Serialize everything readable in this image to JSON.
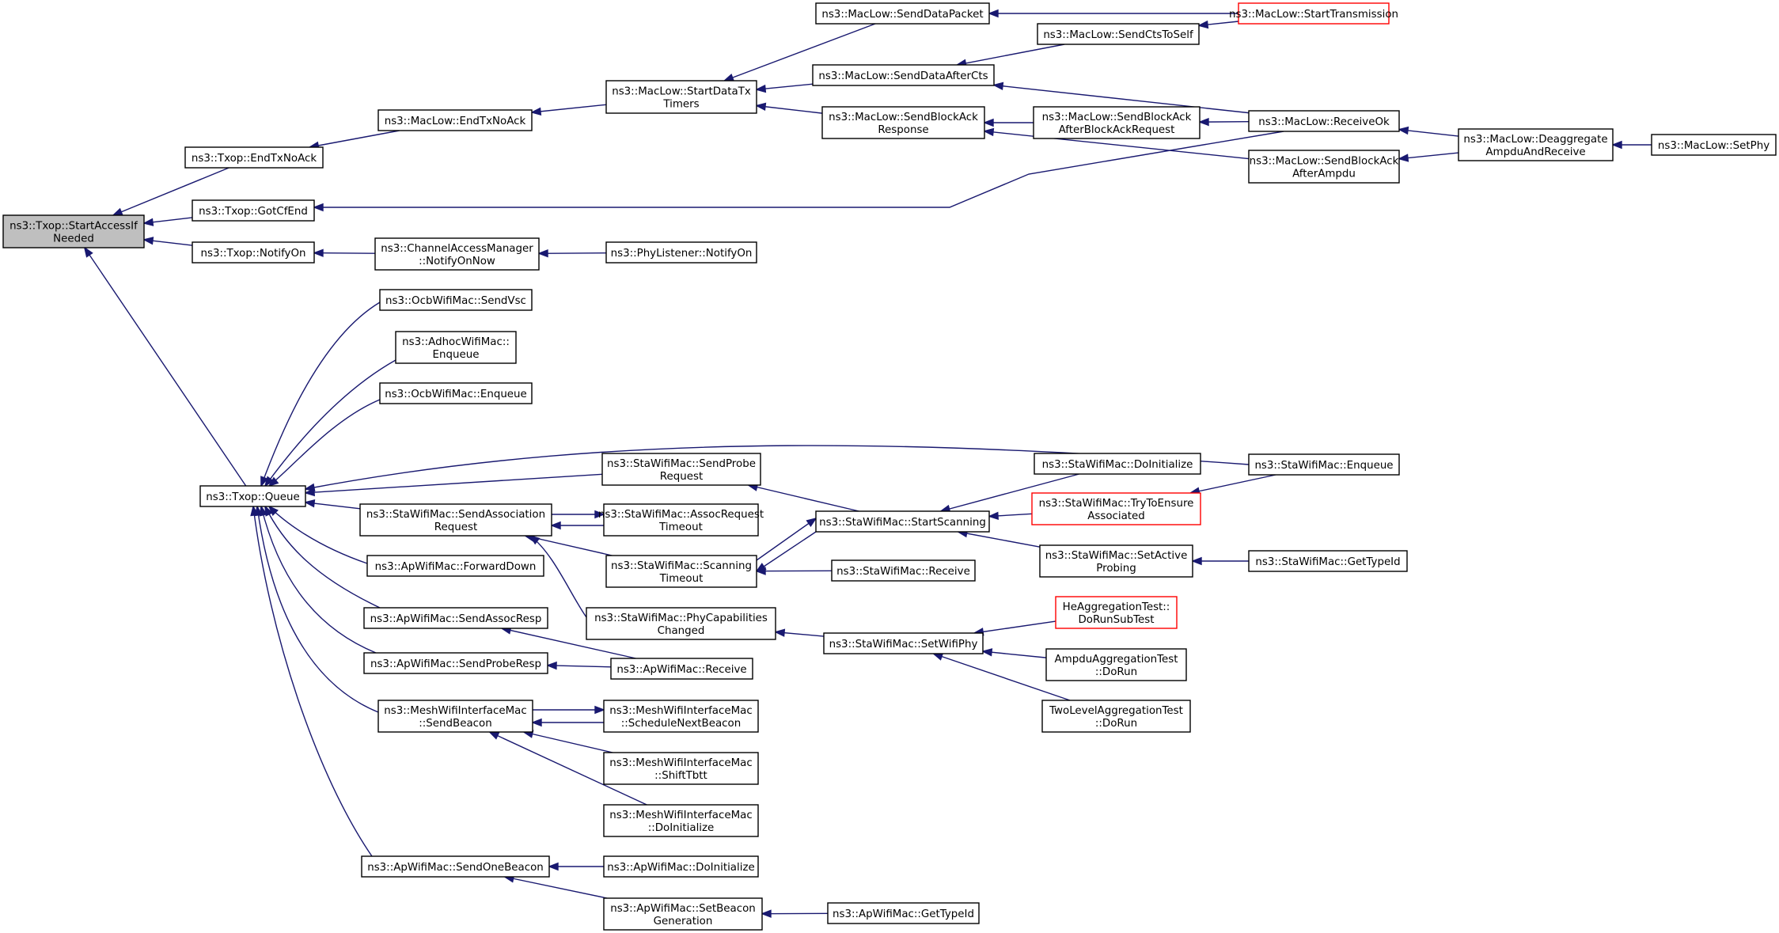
{
  "diagram": {
    "title": "",
    "colors": {
      "edge": "#191970",
      "node_border": "#000000",
      "node_border_highlight": "#ff0000",
      "root_fill": "#bfbfbf",
      "node_fill": "#ffffff"
    },
    "nodes": [
      {
        "id": "startaccess",
        "lines": [
          "ns3::Txop::StartAccessIf",
          "Needed"
        ],
        "style": "root"
      },
      {
        "id": "endtxnoack_txop",
        "lines": [
          "ns3::Txop::EndTxNoAck"
        ]
      },
      {
        "id": "gotcfend",
        "lines": [
          "ns3::Txop::GotCfEnd"
        ]
      },
      {
        "id": "notifyon",
        "lines": [
          "ns3::Txop::NotifyOn"
        ]
      },
      {
        "id": "queue",
        "lines": [
          "ns3::Txop::Queue"
        ]
      },
      {
        "id": "endtxnoack_maclow",
        "lines": [
          "ns3::MacLow::EndTxNoAck"
        ]
      },
      {
        "id": "startdatatxtimers",
        "lines": [
          "ns3::MacLow::StartDataTx",
          "Timers"
        ]
      },
      {
        "id": "senddatapacket",
        "lines": [
          "ns3::MacLow::SendDataPacket"
        ]
      },
      {
        "id": "senddataaftercts",
        "lines": [
          "ns3::MacLow::SendDataAfterCts"
        ]
      },
      {
        "id": "sendblockackresponse",
        "lines": [
          "ns3::MacLow::SendBlockAck",
          "Response"
        ]
      },
      {
        "id": "starttransmission",
        "lines": [
          "ns3::MacLow::StartTransmission"
        ],
        "style": "red"
      },
      {
        "id": "sendctstoself",
        "lines": [
          "ns3::MacLow::SendCtsToSelf"
        ]
      },
      {
        "id": "sendblockackafterbar",
        "lines": [
          "ns3::MacLow::SendBlockAck",
          "AfterBlockAckRequest"
        ]
      },
      {
        "id": "receiveok",
        "lines": [
          "ns3::MacLow::ReceiveOk"
        ]
      },
      {
        "id": "sendblockackafterampdu",
        "lines": [
          "ns3::MacLow::SendBlockAck",
          "AfterAmpdu"
        ]
      },
      {
        "id": "deaggregate",
        "lines": [
          "ns3::MacLow::Deaggregate",
          "AmpduAndReceive"
        ]
      },
      {
        "id": "setphy",
        "lines": [
          "ns3::MacLow::SetPhy"
        ]
      },
      {
        "id": "notifyonnow",
        "lines": [
          "ns3::ChannelAccessManager",
          "::NotifyOnNow"
        ]
      },
      {
        "id": "phylistener",
        "lines": [
          "ns3::PhyListener::NotifyOn"
        ]
      },
      {
        "id": "ocbsendvsc",
        "lines": [
          "ns3::OcbWifiMac::SendVsc"
        ]
      },
      {
        "id": "adhocenqueue",
        "lines": [
          "ns3::AdhocWifiMac::",
          "Enqueue"
        ]
      },
      {
        "id": "ocbenqueue",
        "lines": [
          "ns3::OcbWifiMac::Enqueue"
        ]
      },
      {
        "id": "stasendproberequest",
        "lines": [
          "ns3::StaWifiMac::SendProbe",
          "Request"
        ]
      },
      {
        "id": "stasendassoc",
        "lines": [
          "ns3::StaWifiMac::SendAssociation",
          "Request"
        ]
      },
      {
        "id": "apforwarddown",
        "lines": [
          "ns3::ApWifiMac::ForwardDown"
        ]
      },
      {
        "id": "apsendassocresp",
        "lines": [
          "ns3::ApWifiMac::SendAssocResp"
        ]
      },
      {
        "id": "apsendproberesp",
        "lines": [
          "ns3::ApWifiMac::SendProbeResp"
        ]
      },
      {
        "id": "meshsendbeacon",
        "lines": [
          "ns3::MeshWifiInterfaceMac",
          "::SendBeacon"
        ]
      },
      {
        "id": "apsendonebeacon",
        "lines": [
          "ns3::ApWifiMac::SendOneBeacon"
        ]
      },
      {
        "id": "staenqueue",
        "lines": [
          "ns3::StaWifiMac::Enqueue"
        ]
      },
      {
        "id": "staassocreqtimeout",
        "lines": [
          "ns3::StaWifiMac::AssocRequest",
          "Timeout"
        ]
      },
      {
        "id": "stascanningtimeout",
        "lines": [
          "ns3::StaWifiMac::Scanning",
          "Timeout"
        ]
      },
      {
        "id": "staphycap",
        "lines": [
          "ns3::StaWifiMac::PhyCapabilities",
          "Changed"
        ]
      },
      {
        "id": "apreceive",
        "lines": [
          "ns3::ApWifiMac::Receive"
        ]
      },
      {
        "id": "meshschedule",
        "lines": [
          "ns3::MeshWifiInterfaceMac",
          "::ScheduleNextBeacon"
        ]
      },
      {
        "id": "meshshift",
        "lines": [
          "ns3::MeshWifiInterfaceMac",
          "::ShiftTbtt"
        ]
      },
      {
        "id": "meshdoinit",
        "lines": [
          "ns3::MeshWifiInterfaceMac",
          "::DoInitialize"
        ]
      },
      {
        "id": "apdoinit",
        "lines": [
          "ns3::ApWifiMac::DoInitialize"
        ]
      },
      {
        "id": "apsetbeacongen",
        "lines": [
          "ns3::ApWifiMac::SetBeacon",
          "Generation"
        ]
      },
      {
        "id": "stastartscanning",
        "lines": [
          "ns3::StaWifiMac::StartScanning"
        ]
      },
      {
        "id": "stareceive",
        "lines": [
          "ns3::StaWifiMac::Receive"
        ]
      },
      {
        "id": "stasetwifiphy",
        "lines": [
          "ns3::StaWifiMac::SetWifiPhy"
        ]
      },
      {
        "id": "apgettypeid",
        "lines": [
          "ns3::ApWifiMac::GetTypeId"
        ]
      },
      {
        "id": "stadoinit",
        "lines": [
          "ns3::StaWifiMac::DoInitialize"
        ]
      },
      {
        "id": "statrytoensure",
        "lines": [
          "ns3::StaWifiMac::TryToEnsure",
          "Associated"
        ],
        "style": "red"
      },
      {
        "id": "stasetactive",
        "lines": [
          "ns3::StaWifiMac::SetActive",
          "Probing"
        ]
      },
      {
        "id": "heaggtest",
        "lines": [
          "HeAggregationTest::",
          "DoRunSubTest"
        ],
        "style": "red"
      },
      {
        "id": "ampduaggtest",
        "lines": [
          "AmpduAggregationTest",
          "::DoRun"
        ]
      },
      {
        "id": "twolevelaggtest",
        "lines": [
          "TwoLevelAggregationTest",
          "::DoRun"
        ]
      },
      {
        "id": "stagettypeid",
        "lines": [
          "ns3::StaWifiMac::GetTypeId"
        ]
      }
    ],
    "edges": [
      {
        "from": "endtxnoack_txop",
        "to": "startaccess"
      },
      {
        "from": "gotcfend",
        "to": "startaccess"
      },
      {
        "from": "notifyon",
        "to": "startaccess"
      },
      {
        "from": "queue",
        "to": "startaccess"
      },
      {
        "from": "endtxnoack_maclow",
        "to": "endtxnoack_txop"
      },
      {
        "from": "startdatatxtimers",
        "to": "endtxnoack_maclow"
      },
      {
        "from": "senddatapacket",
        "to": "startdatatxtimers"
      },
      {
        "from": "senddataaftercts",
        "to": "startdatatxtimers"
      },
      {
        "from": "sendblockackresponse",
        "to": "startdatatxtimers"
      },
      {
        "from": "starttransmission",
        "to": "senddatapacket"
      },
      {
        "from": "sendctstoself",
        "to": "senddataaftercts"
      },
      {
        "from": "receiveok",
        "to": "senddataaftercts"
      },
      {
        "from": "sendblockackafterbar",
        "to": "sendblockackresponse"
      },
      {
        "from": "sendblockackafterampdu",
        "to": "sendblockackresponse"
      },
      {
        "from": "starttransmission",
        "to": "sendctstoself"
      },
      {
        "from": "receiveok",
        "to": "sendblockackafterbar"
      },
      {
        "from": "deaggregate",
        "to": "receiveok"
      },
      {
        "from": "deaggregate",
        "to": "sendblockackafterampdu"
      },
      {
        "from": "setphy",
        "to": "deaggregate"
      },
      {
        "from": "receiveok",
        "to": "gotcfend"
      },
      {
        "from": "notifyonnow",
        "to": "notifyon"
      },
      {
        "from": "phylistener",
        "to": "notifyonnow"
      },
      {
        "from": "ocbsendvsc",
        "to": "queue"
      },
      {
        "from": "adhocenqueue",
        "to": "queue"
      },
      {
        "from": "ocbenqueue",
        "to": "queue"
      },
      {
        "from": "staenqueue",
        "to": "queue"
      },
      {
        "from": "stasendproberequest",
        "to": "queue"
      },
      {
        "from": "stasendassoc",
        "to": "queue"
      },
      {
        "from": "apforwarddown",
        "to": "queue"
      },
      {
        "from": "apsendassocresp",
        "to": "queue"
      },
      {
        "from": "apsendproberesp",
        "to": "queue"
      },
      {
        "from": "meshsendbeacon",
        "to": "queue"
      },
      {
        "from": "apsendonebeacon",
        "to": "queue"
      },
      {
        "from": "staassocreqtimeout",
        "to": "stasendassoc"
      },
      {
        "from": "stasendassoc",
        "to": "staassocreqtimeout"
      },
      {
        "from": "stascanningtimeout",
        "to": "stasendassoc"
      },
      {
        "from": "staphycap",
        "to": "stasendassoc"
      },
      {
        "from": "stastartscanning",
        "to": "stasendproberequest"
      },
      {
        "from": "stastartscanning",
        "to": "stascanningtimeout"
      },
      {
        "from": "stascanningtimeout",
        "to": "stastartscanning"
      },
      {
        "from": "stareceive",
        "to": "stascanningtimeout"
      },
      {
        "from": "stasetwifiphy",
        "to": "staphycap"
      },
      {
        "from": "apreceive",
        "to": "apsendassocresp"
      },
      {
        "from": "apreceive",
        "to": "apsendproberesp"
      },
      {
        "from": "meshschedule",
        "to": "meshsendbeacon"
      },
      {
        "from": "meshsendbeacon",
        "to": "meshschedule"
      },
      {
        "from": "meshshift",
        "to": "meshsendbeacon"
      },
      {
        "from": "meshdoinit",
        "to": "meshsendbeacon"
      },
      {
        "from": "apdoinit",
        "to": "apsendonebeacon"
      },
      {
        "from": "apsetbeacongen",
        "to": "apsendonebeacon"
      },
      {
        "from": "apgettypeid",
        "to": "apsetbeacongen"
      },
      {
        "from": "stadoinit",
        "to": "stastartscanning"
      },
      {
        "from": "statrytoensure",
        "to": "stastartscanning"
      },
      {
        "from": "stasetactive",
        "to": "stastartscanning"
      },
      {
        "from": "staenqueue",
        "to": "statrytoensure"
      },
      {
        "from": "stagettypeid",
        "to": "stasetactive"
      },
      {
        "from": "heaggtest",
        "to": "stasetwifiphy"
      },
      {
        "from": "ampduaggtest",
        "to": "stasetwifiphy"
      },
      {
        "from": "twolevelaggtest",
        "to": "stasetwifiphy"
      }
    ]
  }
}
